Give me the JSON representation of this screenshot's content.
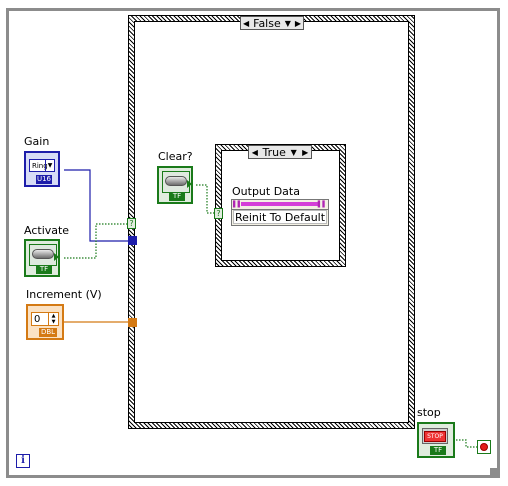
{
  "labels": {
    "gain": "Gain",
    "activate": "Activate",
    "increment": "Increment (V)",
    "clear": "Clear?",
    "output_data": "Output Data",
    "stop": "stop"
  },
  "outer_case": {
    "selector_value": "False"
  },
  "inner_case": {
    "selector_value": "True"
  },
  "property_node": {
    "property": "Reinit To Default"
  },
  "gain_terminal": {
    "ring_text": "Ring",
    "type_badge": "U16"
  },
  "activate_terminal": {
    "type_badge": "TF"
  },
  "clear_terminal": {
    "type_badge": "TF"
  },
  "increment_terminal": {
    "value": "0",
    "type_badge": "DBL"
  },
  "stop_terminal": {
    "button_text": "STOP",
    "type_badge": "TF"
  },
  "info_icon": {
    "glyph": "i"
  },
  "colors": {
    "boolean": "#1a7a1a",
    "u16": "#1d1daa",
    "dbl": "#d47a14",
    "loop_border": "#8c8c8c",
    "property_bar": "#d43fd8"
  }
}
